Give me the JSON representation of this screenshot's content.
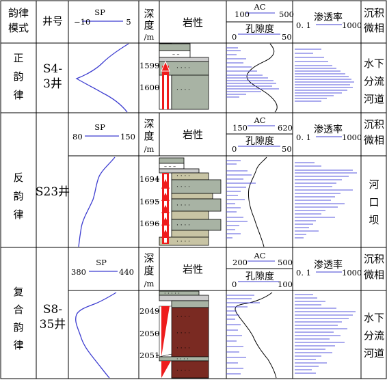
{
  "headers": {
    "pattern": [
      "韵律",
      "模式"
    ],
    "well": "井号",
    "depth": [
      "深",
      "度",
      "/m"
    ],
    "lith": "岩性",
    "facies": [
      "沉积",
      "微相"
    ]
  },
  "rows": [
    {
      "pattern": [
        "正",
        "韵",
        "律"
      ],
      "well": [
        "S4-",
        "3井"
      ],
      "sp": {
        "label": "SP",
        "min": "−10",
        "max": "5"
      },
      "ac": {
        "label": "AC",
        "min": "100",
        "max": "500"
      },
      "por": {
        "label": "孔隙度",
        "min": "0",
        "max": "50"
      },
      "perm": {
        "label": "渗透率",
        "min": "0. 1",
        "max": "1000"
      },
      "depths": [
        "1599",
        "1600"
      ],
      "facies": [
        "水下",
        "分流",
        "河道"
      ]
    },
    {
      "pattern": [
        "反",
        "韵",
        "律"
      ],
      "well": [
        "S23井"
      ],
      "sp": {
        "label": "SP",
        "min": "80",
        "max": "150"
      },
      "ac": {
        "label": "AC",
        "min": "150",
        "max": "620"
      },
      "por": {
        "label": "孔隙度",
        "min": "0",
        "max": "50"
      },
      "perm": {
        "label": "渗透率",
        "min": "0. 1",
        "max": "1000"
      },
      "depths": [
        "1694",
        "1695",
        "1696"
      ],
      "facies": [
        "河",
        "口",
        "坝"
      ]
    },
    {
      "pattern": [
        "复",
        "合",
        "韵",
        "律"
      ],
      "well": [
        "S8-",
        "35井"
      ],
      "sp": {
        "label": "SP",
        "min": "380",
        "max": "440"
      },
      "ac": {
        "label": "AC",
        "min": "200",
        "max": "500"
      },
      "por": {
        "label": "孔隙度",
        "min": "0",
        "max": "100"
      },
      "perm": {
        "label": "渗透率",
        "min": "0. 1",
        "max": "1000"
      },
      "depths": [
        "2049",
        "2050",
        "2051"
      ],
      "facies": [
        "水下",
        "分流",
        "河道"
      ]
    }
  ],
  "colors": {
    "curve_blue": "#3c3cd0",
    "bar_blue": "#5555dd",
    "red": "#ee1c1c",
    "gray": "#a8b3a4",
    "brown": "#7a2a22",
    "tan": "#c8c4a4"
  }
}
